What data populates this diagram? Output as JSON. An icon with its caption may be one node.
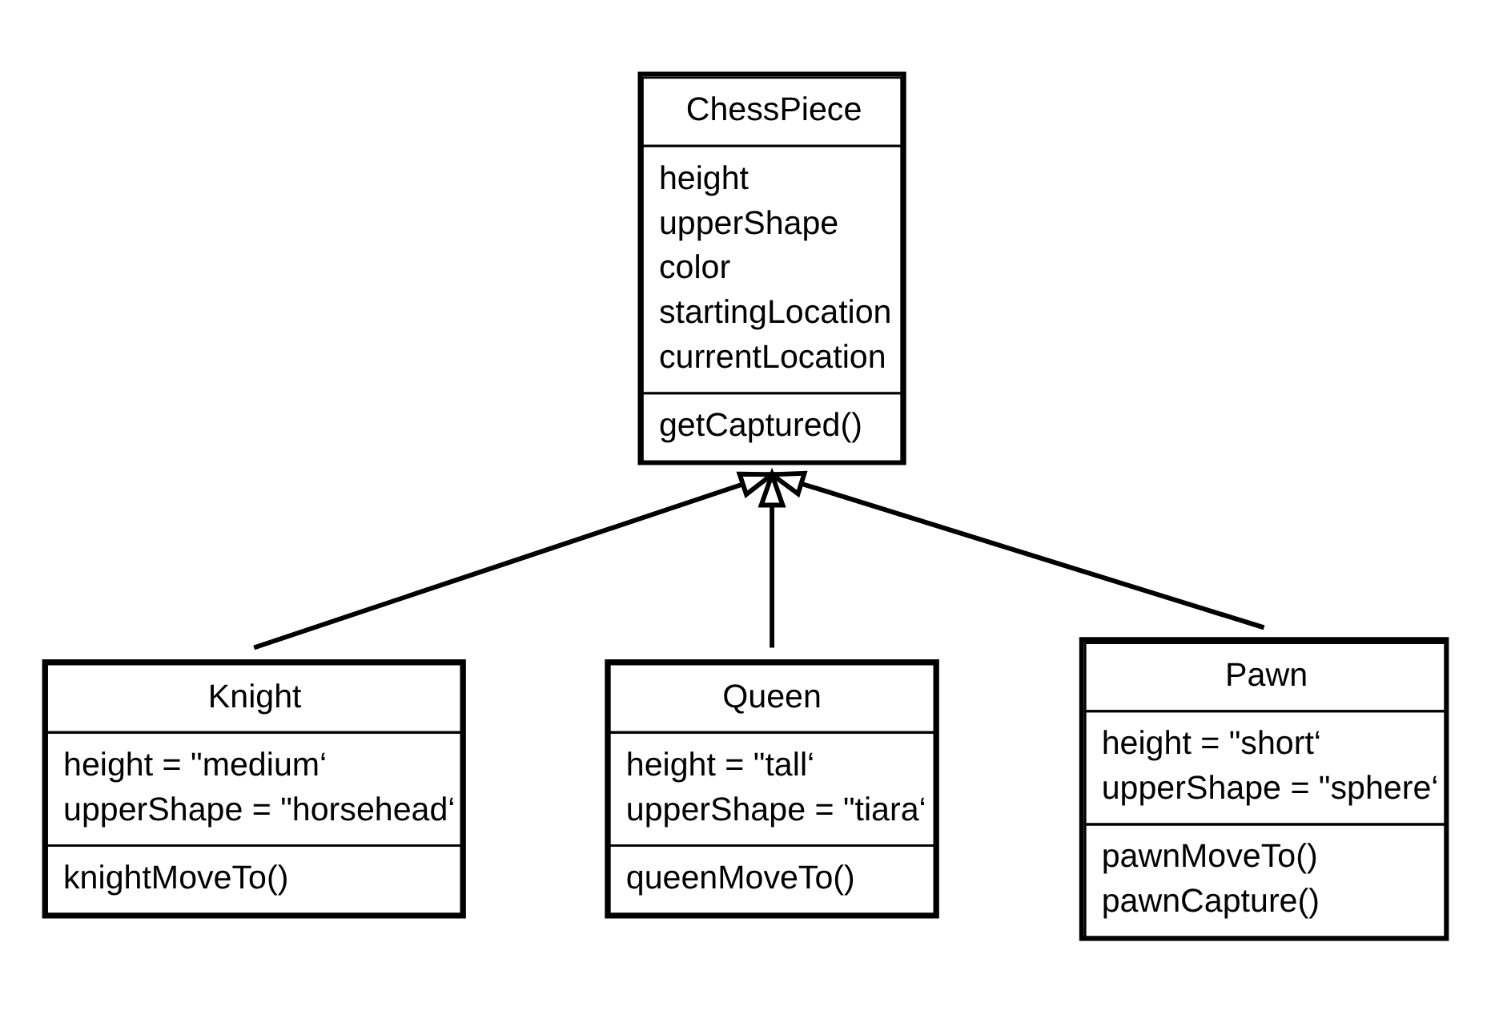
{
  "diagram": {
    "nodes": [
      {
        "text": [
          "ChessPiece",
          "height",
          "upperShape",
          "color",
          "startingLocation",
          "currentLocation",
          "getCaptured()"
        ]
      },
      {
        "text": [
          "Knight",
          "height = \"medium‘",
          "upperShape = \"horsehead‘",
          "knightMoveTo()"
        ]
      },
      {
        "text": [
          "Queen",
          "height = \"tall‘",
          "upperShape = \"tiara‘",
          "queenMoveTo()"
        ]
      },
      {
        "text": [
          "Pawn",
          "height = \"short‘",
          "upperShape = \"sphere‘",
          "pawnMoveTo()",
          "pawnCapture()"
        ]
      }
    ],
    "edges": [
      {
        "from": 1,
        "to": 0,
        "arrow": "to"
      },
      {
        "from": 2,
        "to": 0,
        "arrow": "to"
      },
      {
        "from": 3,
        "to": 0,
        "arrow": "to"
      }
    ]
  }
}
